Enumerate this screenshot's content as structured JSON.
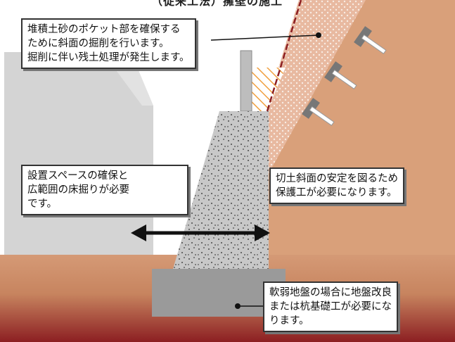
{
  "title_cut": "（従来工法）擁壁の施工",
  "callouts": {
    "excavation": [
      "堆積土砂のポケット部を確保する",
      "ために斜面の掘削を行います。",
      "掘削に伴い残土処理が発生します。"
    ],
    "space": [
      "設置スペースの確保と",
      "広範囲の床掘りが必要",
      "です。"
    ],
    "slope": [
      "切土斜面の安定を図るため",
      "保護工が必要になります。"
    ],
    "ground": [
      "軟弱地盤の場合に地盤改良",
      "または杭基礎工が必要にな",
      "ります。"
    ]
  },
  "colors": {
    "hillside": "#d9a07a",
    "ground_top": "#d59a76",
    "ground_bottom": "#8c1f22",
    "concrete": "#c8c8c8",
    "footing": "#9a9a9a",
    "house": "#d4d4d4",
    "dashed_line": "#8c1f22",
    "hatch": "#f0a040"
  },
  "icons": [
    "double-arrow-icon",
    "leader-dot-icon",
    "anchor-bolt-icon"
  ]
}
